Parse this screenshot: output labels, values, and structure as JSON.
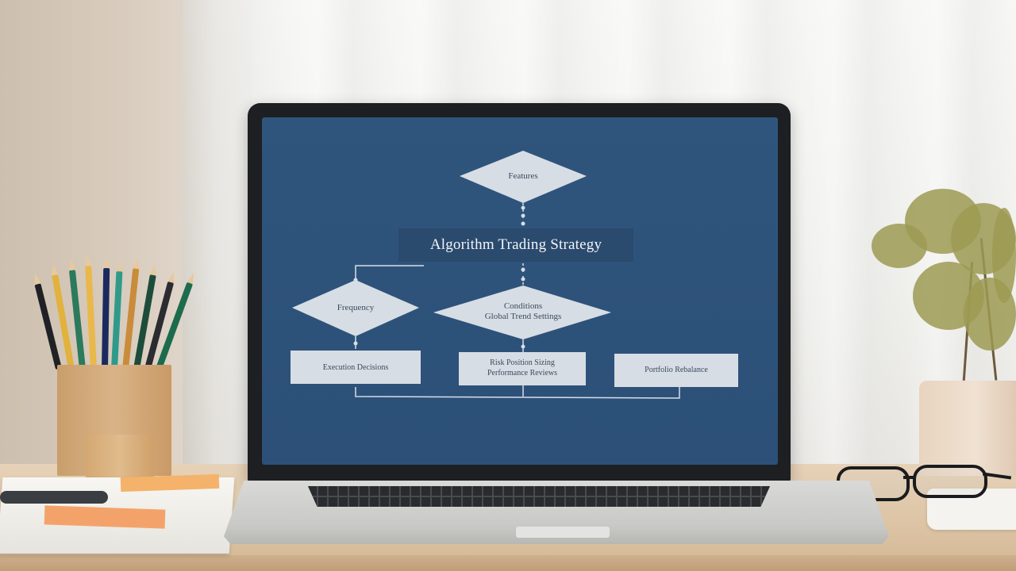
{
  "scene": {
    "description_items": [
      "laptop",
      "pencil-cup",
      "notebook",
      "sticky-notes",
      "plant",
      "glasses"
    ]
  },
  "screen": {
    "title": "Algorithm Trading Strategy",
    "nodes": {
      "top_diamond": "Features",
      "left_diamond": "Frequency",
      "center_diamond_line1": "Conditions",
      "center_diamond_line2": "Global Trend Settings",
      "box_left": "Execution Decisions",
      "box_center_line1": "Risk Position Sizing",
      "box_center_line2": "Performance Reviews",
      "box_right": "Portfolio Rebalance"
    }
  },
  "colors": {
    "screen_bg": "#2f557d",
    "node_fill": "#d7dde4",
    "connector": "#d8dee6"
  }
}
